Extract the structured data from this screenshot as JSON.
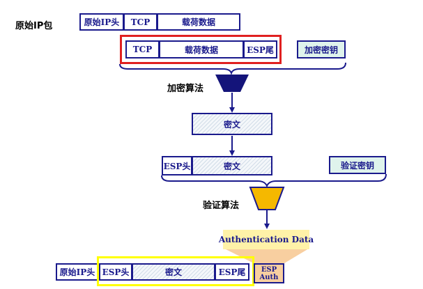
{
  "labels": {
    "original_packet": "原始IP包",
    "encrypt_algo": "加密算法",
    "auth_algo": "验证算法"
  },
  "row1": [
    "原始IP头",
    "TCP",
    "载荷数据"
  ],
  "row2": [
    "TCP",
    "载荷数据",
    "ESP尾"
  ],
  "encrypt_key": "加密密钥",
  "ciphertext": "密文",
  "row4": [
    "ESP头",
    "密文"
  ],
  "auth_key": "验证密钥",
  "auth_data": "Authentication Data",
  "final": [
    "原始IP头",
    "ESP头",
    "密文",
    "ESP尾"
  ],
  "esp_auth": [
    "ESP",
    "Auth"
  ],
  "colors": {
    "box_border": "#1a1a8c",
    "text": "#1a1a8c",
    "highlight_red": "#e02020",
    "highlight_yellow": "#ffff00",
    "encrypt_trapezoid": "#14147a",
    "auth_trapezoid": "#f5b800",
    "auth_data_fill": "#fff2a8",
    "fan_fill": "#f8cfa0",
    "key_fill": "#dff3ec"
  }
}
